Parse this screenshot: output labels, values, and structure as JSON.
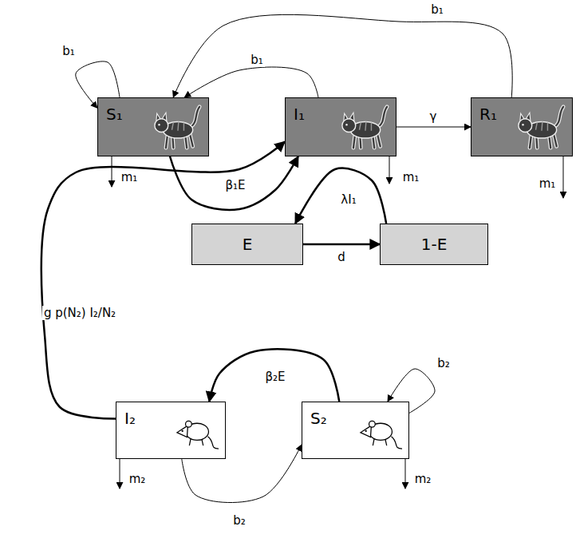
{
  "diagram": {
    "nodes": [
      {
        "text": [
          "S₁"
        ]
      },
      {
        "text": [
          "I₁"
        ]
      },
      {
        "text": [
          "R₁"
        ]
      },
      {
        "text": [
          "E"
        ]
      },
      {
        "text": [
          "1-E"
        ]
      },
      {
        "text": [
          "I₂"
        ]
      },
      {
        "text": [
          "S₂"
        ]
      }
    ],
    "edges": [
      {
        "from": 0,
        "to": 0,
        "label": "b₁",
        "arrow": "to"
      },
      {
        "from": 1,
        "to": 0,
        "label": "b₁",
        "arrow": "to"
      },
      {
        "from": 2,
        "to": 0,
        "label": "b₁",
        "arrow": "to"
      },
      {
        "from": 0,
        "to": 1,
        "label": "β₁E",
        "arrow": "to"
      },
      {
        "from": 1,
        "to": 2,
        "label": "γ",
        "arrow": "to"
      },
      {
        "from": 4,
        "to": 3,
        "label": "λI₁",
        "arrow": "to"
      },
      {
        "from": 3,
        "to": 4,
        "label": "d",
        "arrow": "to"
      },
      {
        "from": 6,
        "to": 5,
        "label": "β₂E",
        "arrow": "to"
      },
      {
        "from": 5,
        "to": 1,
        "label": "g p(N₂) I₂/N₂",
        "arrow": "to"
      },
      {
        "from": 6,
        "to": 6,
        "label": "b₂",
        "arrow": "to"
      },
      {
        "from": 5,
        "to": 6,
        "label": "b₂",
        "arrow": "to"
      }
    ],
    "labels": [
      "m₁",
      "m₁",
      "m₁",
      "m₂",
      "m₂"
    ]
  }
}
